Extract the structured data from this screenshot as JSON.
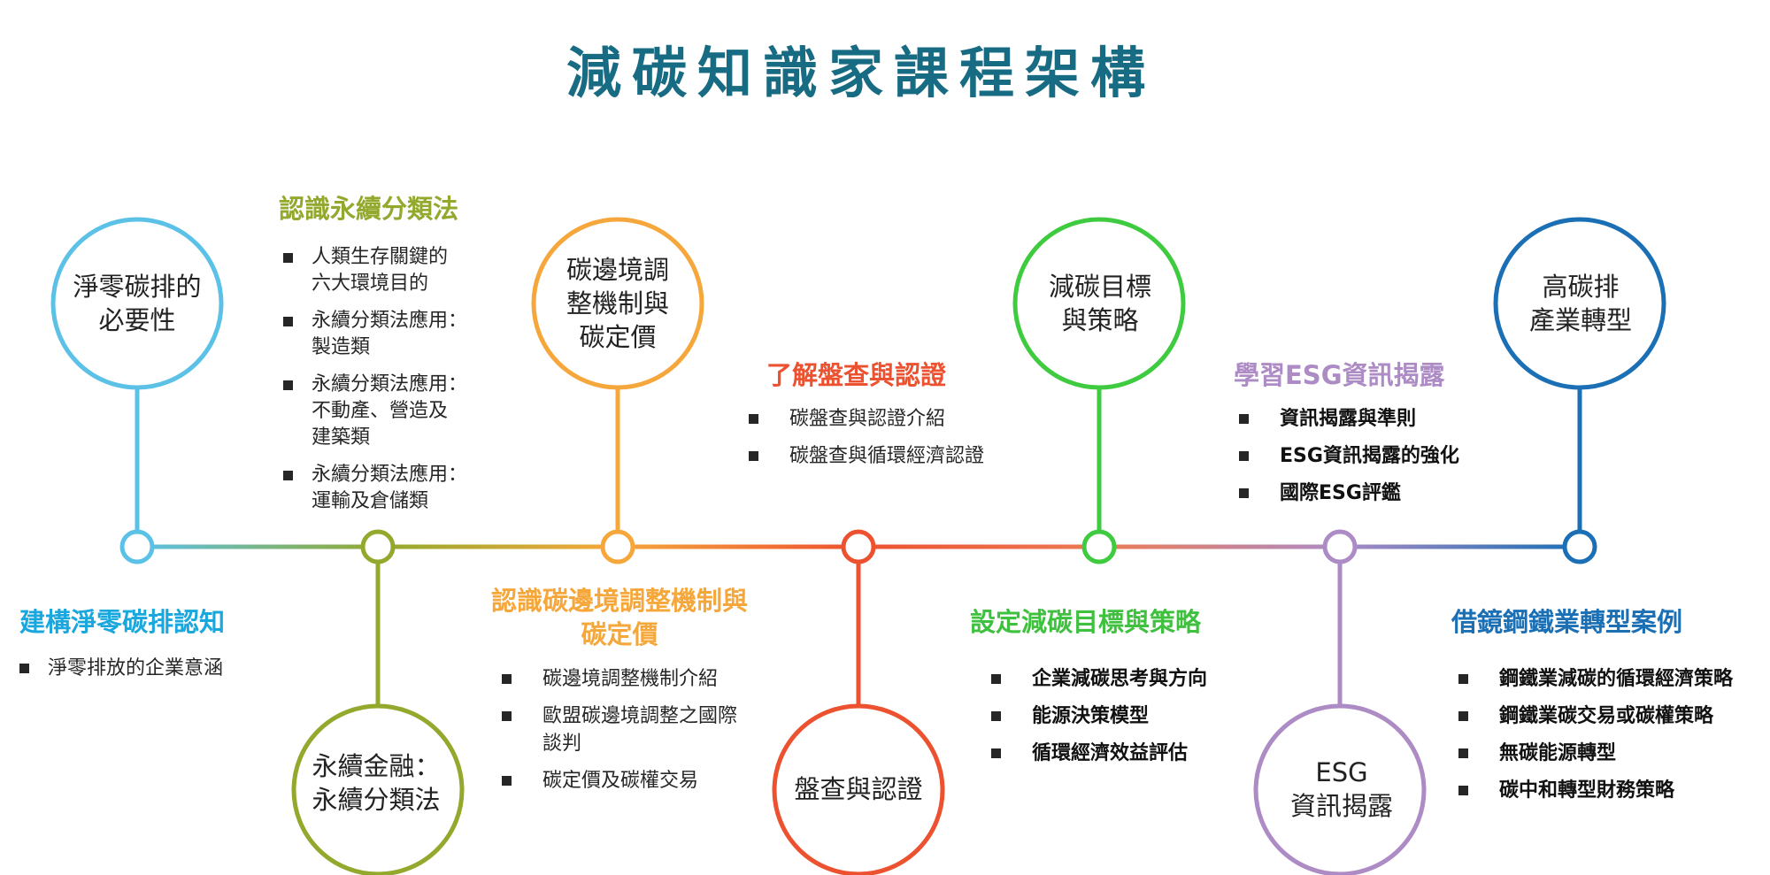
{
  "title": "減碳知識家課程架構",
  "colors": {
    "title": "#176b83",
    "node_1": "#5bc1e6",
    "node_2": "#93a92d",
    "node_3": "#f6a73b",
    "node_4": "#ec5230",
    "node_5": "#3fcb3f",
    "node_6": "#ad8bc4",
    "node_7": "#1a6fb5"
  },
  "stages": [
    {
      "circle_text": "淨零碳排的\n必要性",
      "section_title": "建構淨零碳排認知",
      "title_color": "#19a7dd",
      "bullets": [
        "淨零排放的企業意涵"
      ]
    },
    {
      "circle_text": "永續金融：\n永續分類法",
      "section_title": "認識永續分類法",
      "title_color": "#93a92d",
      "bullets": [
        "人類生存關鍵的\n六大環境目的",
        "永續分類法應用：\n製造類",
        "永續分類法應用：\n不動產、營造及\n建築類",
        "永續分類法應用：\n運輸及倉儲類"
      ]
    },
    {
      "circle_text": "碳邊境調\n整機制與\n碳定價",
      "section_title": "認識碳邊境調整機制與\n碳定價",
      "title_color": "#f6a73b",
      "bullets": [
        "碳邊境調整機制介紹",
        "歐盟碳邊境調整之國際\n談判",
        "碳定價及碳權交易"
      ]
    },
    {
      "circle_text": "盤查與認證",
      "section_title": "了解盤查與認證",
      "title_color": "#ec5230",
      "bullets": [
        "碳盤查與認證介紹",
        "碳盤查與循環經濟認證"
      ]
    },
    {
      "circle_text": "減碳目標\n與策略",
      "section_title": "設定減碳目標與策略",
      "title_color": "#3fc03f",
      "bullets": [
        "企業減碳思考與方向",
        "能源決策模型",
        "循環經濟效益評估"
      ]
    },
    {
      "circle_text": "ESG\n資訊揭露",
      "section_title": "學習ESG資訊揭露",
      "title_color": "#ad8bc4",
      "bullets": [
        "資訊揭露與準則",
        "ESG資訊揭露的強化",
        "國際ESG評鑑"
      ]
    },
    {
      "circle_text": "高碳排\n產業轉型",
      "section_title": "借鏡鋼鐵業轉型案例",
      "title_color": "#1a6fb5",
      "bullets": [
        "鋼鐵業減碳的循環經濟策略",
        "鋼鐵業碳交易或碳權策略",
        "無碳能源轉型",
        "碳中和轉型財務策略"
      ]
    }
  ]
}
